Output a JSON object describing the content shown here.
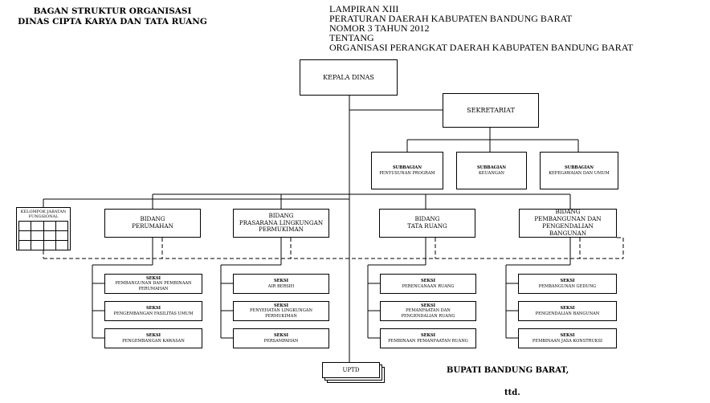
{
  "header_left": {
    "line1": "BAGAN STRUKTUR ORGANISASI",
    "line2": "DINAS CIPTA KARYA DAN TATA RUANG"
  },
  "header_right": {
    "line1": "LAMPIRAN XIII",
    "line2": "PERATURAN DAERAH KABUPATEN BANDUNG BARAT",
    "line3": "NOMOR 3 TAHUN 2012",
    "line4": "TENTANG",
    "line5": "ORGANISASI PERANGKAT DAERAH KABUPATEN BANDUNG BARAT"
  },
  "kepala": "KEPALA DINAS",
  "sekretariat": "SEKRETARIAT",
  "subbagian": [
    {
      "title": "SUBBAGIAN",
      "name": "PENYUSUNAN PROGRAM"
    },
    {
      "title": "SUBBAGIAN",
      "name": "KEUANGAN"
    },
    {
      "title": "SUBBAGIAN",
      "name": "KEPEGAWAIAN DAN UMUM"
    }
  ],
  "kelompok": "KELOMPOK JABATAN FUNGSIONAL",
  "bidang": [
    {
      "line1": "BIDANG",
      "line2": "PERUMAHAN"
    },
    {
      "line1": "BIDANG",
      "line2": "PRASARANA LINGKUNGAN PERMUKIMAN"
    },
    {
      "line1": "BIDANG",
      "line2": "TATA RUANG"
    },
    {
      "line1": "BIDANG",
      "line2": "PEMBANGUNAN DAN PENGENDALIAN BANGUNAN"
    }
  ],
  "seksi": [
    [
      {
        "title": "SEKSI",
        "name": "PEMBANGUNAN DAN PEMBINAAN PERUMAHAN"
      },
      {
        "title": "SEKSI",
        "name": "PENGEMBANGAN FASILITAS UMUM"
      },
      {
        "title": "SEKSI",
        "name": "PENGEMBANGAN KAWASAN"
      }
    ],
    [
      {
        "title": "SEKSI",
        "name": "AIR BERSIH"
      },
      {
        "title": "SEKSI",
        "name": "PENYEHATAN LINGKUNGAN PERMUKIMAN"
      },
      {
        "title": "SEKSI",
        "name": "PERSAMPAHAN"
      }
    ],
    [
      {
        "title": "SEKSI",
        "name": "PERENCANAAN RUANG"
      },
      {
        "title": "SEKSI",
        "name": "PEMANFAATAN DAN PENGENDALIAN RUANG"
      },
      {
        "title": "SEKSI",
        "name": "PEMBINAAN PEMANFAATAN RUANG"
      }
    ],
    [
      {
        "title": "SEKSI",
        "name": "PEMBANGUNAN GEDUNG"
      },
      {
        "title": "SEKSI",
        "name": "PENGENDALIAN BANGUNAN"
      },
      {
        "title": "SEKSI",
        "name": "PEMBINAAN JASA KONSTRUKSI"
      }
    ]
  ],
  "uptd": "UPTD",
  "signature": {
    "line1": "BUPATI BANDUNG BARAT,",
    "line2": "ttd."
  }
}
